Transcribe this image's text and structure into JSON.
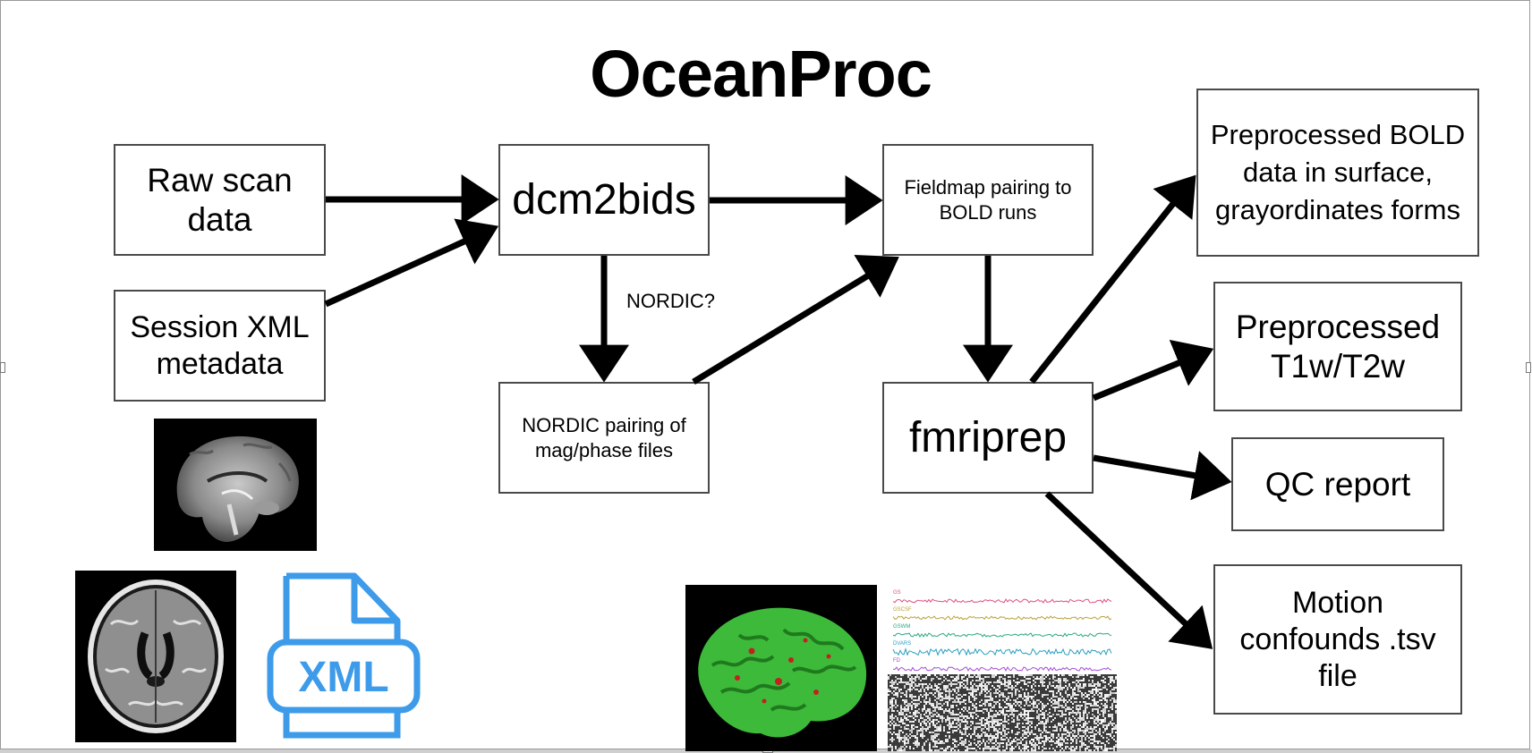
{
  "title": "OceanProc",
  "boxes": {
    "raw_scan": "Raw scan\ndata",
    "session_xml": "Session XML\nmetadata",
    "dcm2bids": "dcm2bids",
    "nordic_pairing": "NORDIC pairing of\nmag/phase files",
    "fieldmap_pairing": "Fieldmap pairing to\nBOLD runs",
    "fmriprep": "fmriprep",
    "preproc_bold": "Preprocessed BOLD\ndata in surface,\ngrayordinates forms",
    "preproc_t1w": "Preprocessed\nT1w/T2w",
    "qc_report": "QC report",
    "motion_confounds": "Motion\nconfounds .tsv\nfile"
  },
  "labels": {
    "nordic_question": "NORDIC?",
    "xml_icon_text": "XML"
  },
  "icons": {
    "xml_file": "xml-file-icon"
  },
  "colors": {
    "xml_icon": "#3d9be9",
    "brain_surface": "#3dba3a",
    "brain_sulci": "#c42020"
  },
  "confound_traces": {
    "labels": [
      "GS",
      "GSCSF",
      "GSWM",
      "DVARS",
      "FD"
    ],
    "colors": [
      "#e0507a",
      "#b9a23a",
      "#2aa882",
      "#2a9fbf",
      "#a64dd6"
    ]
  }
}
